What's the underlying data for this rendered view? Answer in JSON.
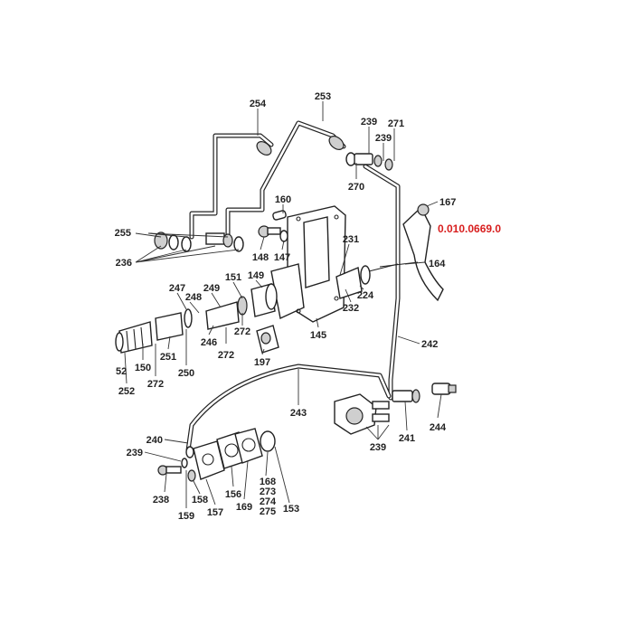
{
  "part_number": "0.010.0669.0",
  "colors": {
    "line": "#222222",
    "highlight": "#d81e1e"
  },
  "labels": {
    "l254": "254",
    "l253": "253",
    "l239a": "239",
    "l271": "271",
    "l239b": "239",
    "l270": "270",
    "l167": "167",
    "l160": "160",
    "l255": "255",
    "l236": "236",
    "l148": "148",
    "l147": "147",
    "l231": "231",
    "l164": "164",
    "l149": "149",
    "l151": "151",
    "l249": "249",
    "l247": "247",
    "l248": "248",
    "l224": "224",
    "l232": "232",
    "l272a": "272",
    "l246": "246",
    "l272b": "272",
    "l145": "145",
    "l251": "251",
    "l250": "250",
    "l150": "150",
    "l272c": "272",
    "l52": "52",
    "l252": "252",
    "l197": "197",
    "l242": "242",
    "l243": "243",
    "l244": "244",
    "l241": "241",
    "l239c": "239",
    "l240": "240",
    "l239d": "239",
    "l238": "238",
    "l158": "158",
    "l159": "159",
    "l157": "157",
    "l156": "156",
    "l169": "169",
    "l168": "168",
    "l273": "273",
    "l274": "274",
    "l275": "275",
    "l153": "153"
  }
}
